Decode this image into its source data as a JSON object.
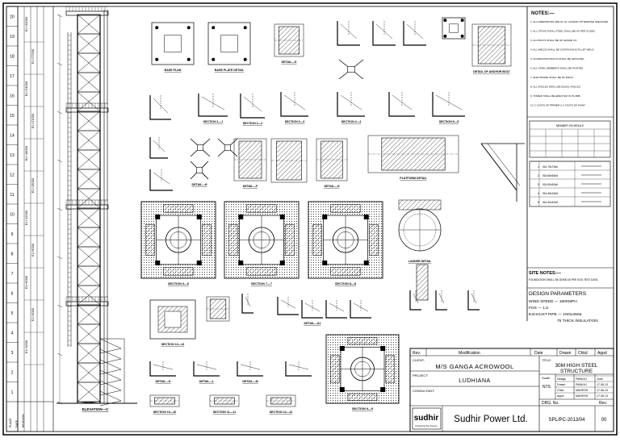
{
  "row_numbers": [
    "20",
    "19",
    "18",
    "17",
    "16",
    "15",
    "14",
    "13",
    "12",
    "11",
    "10",
    "9",
    "8",
    "7",
    "6",
    "5",
    "4",
    "3",
    "2",
    "1"
  ],
  "strip_labels": [
    {
      "text": "EL+30000"
    },
    {
      "text": "EL+27500"
    },
    {
      "text": "EL+24000"
    },
    {
      "text": "EL+21000"
    },
    {
      "text": "EL+18000"
    },
    {
      "text": "EL+15000"
    },
    {
      "text": "EL+12000"
    },
    {
      "text": "EL+9000"
    },
    {
      "text": "EL+6000"
    },
    {
      "text": "EL+3000"
    },
    {
      "text": "EL+0000"
    }
  ],
  "tower": {
    "caption": "ELEVATION—C"
  },
  "captions": {
    "base_plan": "BASE PLAN",
    "base_plate": "BASE PLATE DETAIL",
    "detail_d": "DETAIL—D",
    "detail_anchor": "DETAIL OF ANCHOR BOLT",
    "section_1": "SECTION 1—1",
    "section_2": "SECTION 2—2",
    "section_3": "SECTION 3—3",
    "section_4": "SECTION 4—4",
    "section_5": "SECTION 5—5",
    "detail_f": "DETAIL—F",
    "detail_g": "DETAIL—G",
    "detail_h": "DETAIL—H",
    "platform": "PLATFORM DETAIL",
    "ladder": "LADDER DETAIL",
    "section_6": "SECTION 6—6",
    "section_7": "SECTION 7—7",
    "section_8": "SECTION 8—8",
    "section_9": "SECTION 9—9",
    "detail_a1": "DETAIL—A1",
    "detail_k": "DETAIL—K",
    "detail_l": "DETAIL—L",
    "detail_m": "DETAIL—M",
    "section_10": "SECTION 10—10",
    "section_11": "SECTION 11—11",
    "section_12": "SECTION 12—12"
  },
  "notes": {
    "title": "NOTES:—",
    "items": [
      "1. ALL DIMENSIONS ARE IN mm UNLESS OTHERWISE SPECIFIED.",
      "2. ALL STRUCTURAL STEEL SHALL BE AS PER IS:2062.",
      "3. ALL BOLTS SHALL BE OF GRADE 4.6.",
      "4. ALL WELDS SHALL BE CONTINUOUS FILLET WELD.",
      "5. FOUNDATION BOLTS SHALL BE GROUTED.",
      "6. ALL STEEL MEMBERS SHALL BE PAINTED.",
      "7. ELECTRODE SHALL BE OF E6013.",
      "8. ALL ANGLES SHALL BE EQUAL ANGLES.",
      "9. TOWER SHALL BE ERECTED IN PLUMB.",
      "10. 2 COATS OF PRIMER & 2 COATS OF PAINT."
    ]
  },
  "site_notes": {
    "title": "SITE NOTES:—",
    "text": "FOUNDATION SHALL BE DONE AS PER SOIL TEST DATA."
  },
  "design": {
    "title": "DESIGN PARAMETERS",
    "wind": "WIND SPEED —  180KMPH",
    "fos": "FOS  —   1.5",
    "pipe": "EXHAUST PIPE — 1NOx450ø",
    "insulation": "75 THICK INSULATION"
  },
  "title_block": {
    "rev_header": "Rev.",
    "mod_header": "Modification",
    "date_header": "Date",
    "drawn_header": "Drawn",
    "chkd_header": "Chkd",
    "appd_header": "Appd",
    "client_label": "CLIENT:",
    "client": "M/S GANGA ACROWOOL",
    "project_label": "PROJECT:",
    "project": "LUDHIANA",
    "consultant_label": "CONSULTANT:",
    "title_label": "TITLE:",
    "title_line1": "30M HIGH STEEL",
    "title_line2": "STRUCTURE",
    "scale_label": "Scale",
    "scale": "NTS",
    "signoff": [
      {
        "role": "Design",
        "name": "PANKAJ",
        "date": "June"
      },
      {
        "role": "Drawn",
        "name": "PANKAJ",
        "date": "17.06.13"
      },
      {
        "role": "Chkd",
        "name": "MAHESH",
        "date": "17.06.13"
      },
      {
        "role": "Appd",
        "name": "MAHESH",
        "date": "17.06.13"
      }
    ],
    "drg_label": "DRG. No.",
    "rev_label": "Rev.",
    "logo": "sudhir",
    "tagline": "Powering the Future",
    "company": "Sudhir Power Ltd.",
    "drg_no": "SPL/PC-2013/04",
    "rev_no": "00"
  },
  "bottom_left": [
    "PLACE",
    "DATE",
    "REVISION"
  ],
  "legend": {
    "table1_header": "MEMBER SCHEDULE",
    "rows": [
      "ISA 75x75x6",
      "ISA 65x65x6",
      "ISA 50x50x6",
      "ISA 45x45x5",
      "ISA 40x40x5"
    ]
  }
}
